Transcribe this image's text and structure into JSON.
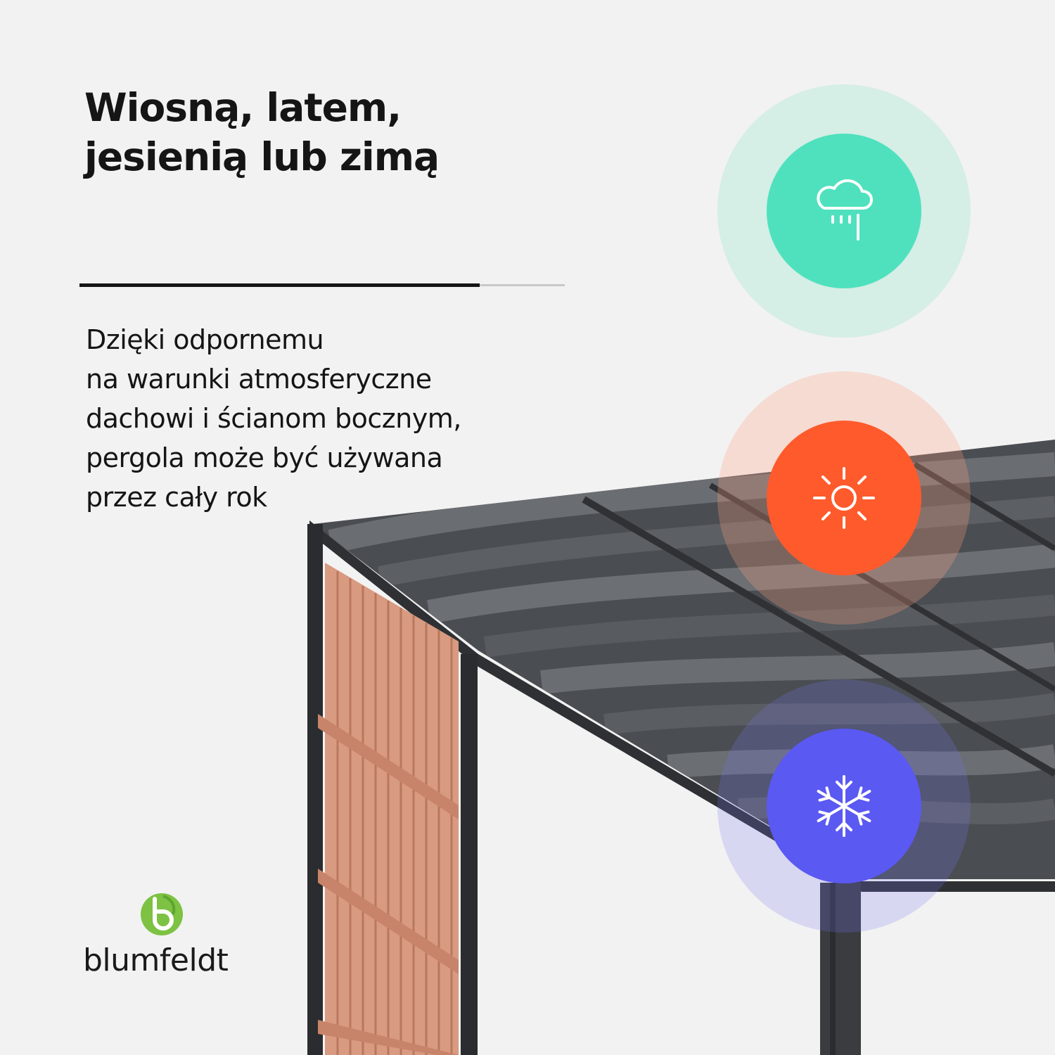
{
  "headline": {
    "lines": [
      "Wiosną, latem,",
      "jesienią lub zimą"
    ]
  },
  "progress": {
    "value_percent": 82.5
  },
  "body": {
    "lines": [
      "Dzięki odpornemu",
      "na warunki atmosferyczne",
      "dachowi i ścianom bocznym,",
      "pergola może być używana",
      "przez cały rok"
    ]
  },
  "badges": [
    {
      "name": "rain",
      "icon": "rain-cloud-icon",
      "color": "#4fe1bd"
    },
    {
      "name": "sun",
      "icon": "sun-icon",
      "color": "#ff5a2c"
    },
    {
      "name": "snow",
      "icon": "snowflake-icon",
      "color": "#5a59f2"
    }
  ],
  "brand": {
    "name": "blumfeldt",
    "logo_color": "#7dc242"
  }
}
